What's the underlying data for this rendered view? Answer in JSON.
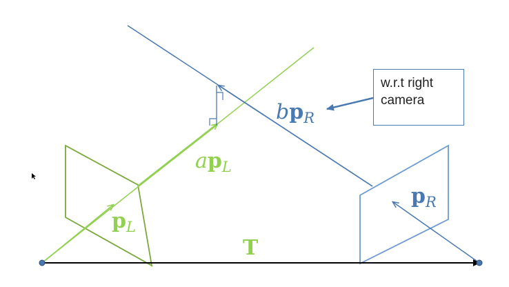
{
  "labels": {
    "a_pL_coef": "a",
    "a_pL_vec": "p",
    "a_pL_sub": "L",
    "b_pR_coef": "b",
    "b_pR_vec": "p",
    "b_pR_sub": "R",
    "pL_vec": "p",
    "pL_sub": "L",
    "pR_vec": "p",
    "pR_sub": "R",
    "translation": "T"
  },
  "callout": {
    "line1": "w.r.t right",
    "line2": "camera"
  },
  "colors": {
    "left_camera": "#92d050",
    "left_plane": "#7aa83a",
    "right_camera": "#4a78b0",
    "right_plane": "#6a9bd0",
    "baseline": "#000000"
  }
}
